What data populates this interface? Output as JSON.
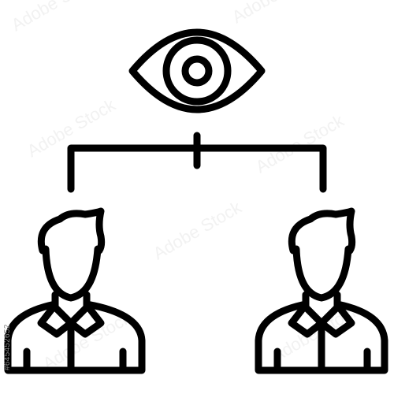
{
  "icon": {
    "subject": "eye-monitoring-two-people",
    "stroke_color": "#000000",
    "background_color": "#ffffff",
    "elements": [
      "eye-icon",
      "hierarchy-connector",
      "person-icon",
      "person-icon"
    ]
  },
  "watermark": {
    "brand_text": "Adobe Stock",
    "stock_id": "#645452652",
    "color": "#d8d8d8"
  }
}
